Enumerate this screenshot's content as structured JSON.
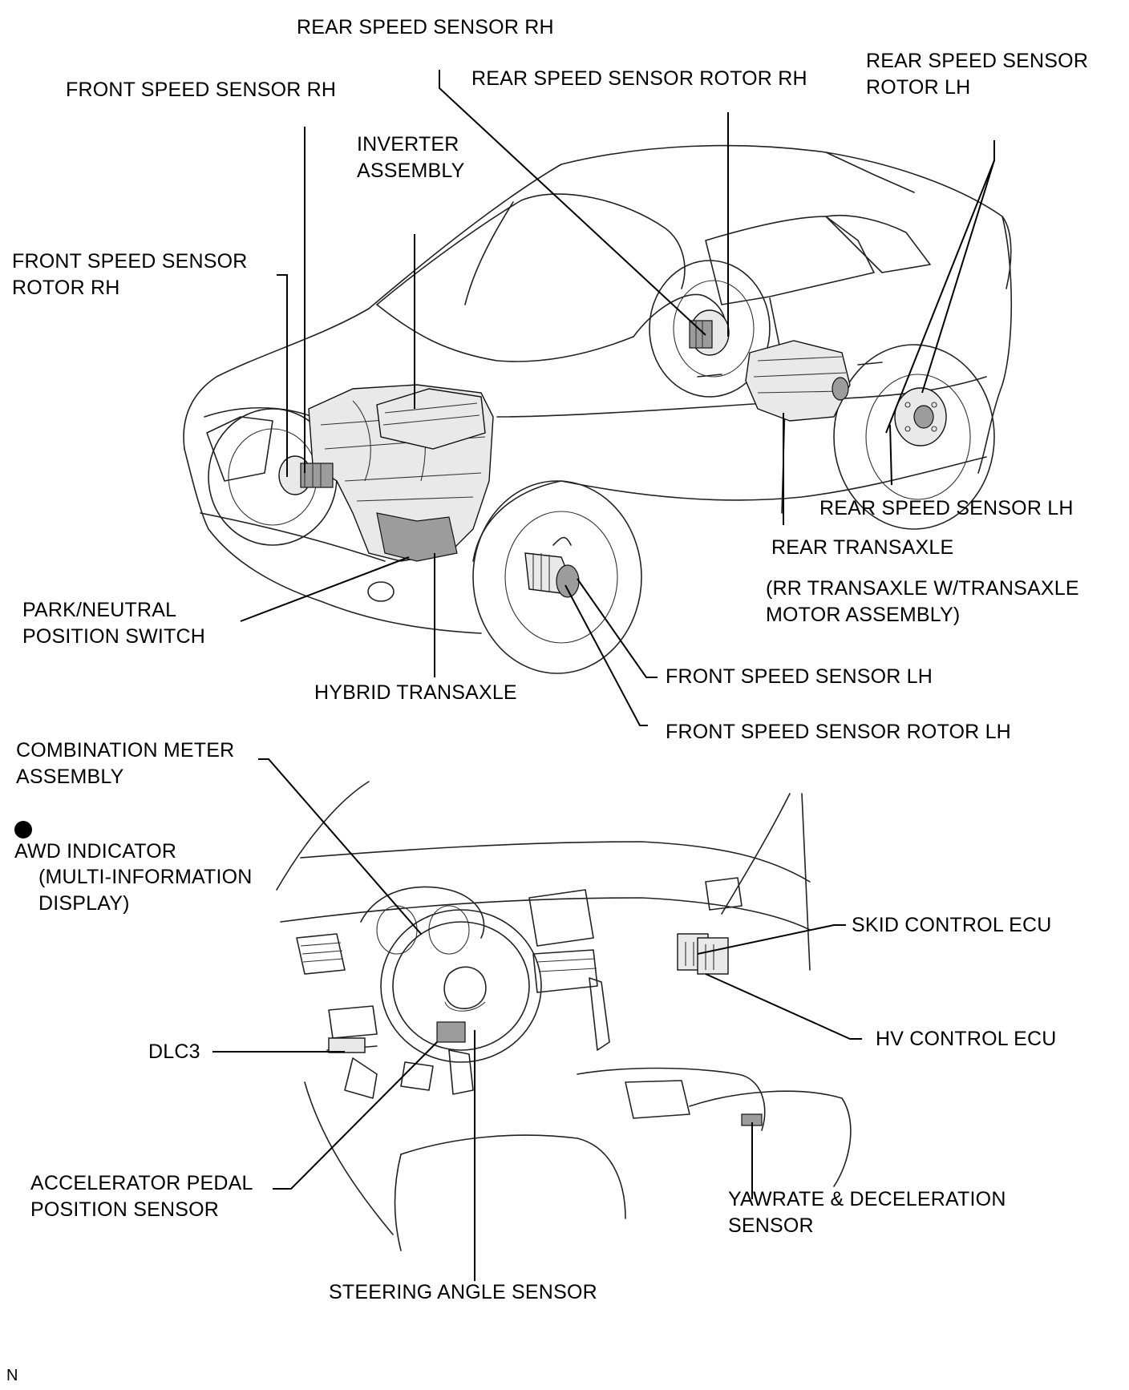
{
  "figure_id": "N",
  "bullet_symbol": "filled-circle",
  "labels": {
    "rear_speed_sensor_rh": [
      "REAR SPEED SENSOR RH"
    ],
    "rear_speed_sensor_rotor_rh": [
      "REAR SPEED SENSOR ROTOR RH"
    ],
    "rear_speed_sensor_rotor_lh": [
      "REAR SPEED SENSOR",
      "ROTOR LH"
    ],
    "front_speed_sensor_rh": [
      "FRONT SPEED SENSOR RH"
    ],
    "inverter_assembly": [
      "INVERTER",
      "ASSEMBLY"
    ],
    "front_speed_sensor_rotor_rh": [
      "FRONT SPEED SENSOR",
      "ROTOR RH"
    ],
    "rear_speed_sensor_lh": [
      "REAR SPEED SENSOR LH"
    ],
    "rear_transaxle": [
      "REAR TRANSAXLE"
    ],
    "rr_transaxle_note": [
      "(RR TRANSAXLE W/TRANSAXLE",
      "MOTOR ASSEMBLY)"
    ],
    "park_neutral_switch": [
      "PARK/NEUTRAL",
      "POSITION SWITCH"
    ],
    "hybrid_transaxle": [
      "HYBRID TRANSAXLE"
    ],
    "front_speed_sensor_lh": [
      "FRONT SPEED SENSOR LH"
    ],
    "front_speed_sensor_rotor_lh": [
      "FRONT SPEED SENSOR ROTOR LH"
    ],
    "combination_meter": [
      "COMBINATION METER",
      "ASSEMBLY"
    ],
    "awd_indicator": [
      "AWD INDICATOR"
    ],
    "multi_info_display": [
      "(MULTI-INFORMATION",
      "DISPLAY)"
    ],
    "skid_control_ecu": [
      "SKID CONTROL ECU"
    ],
    "hv_control_ecu": [
      "HV CONTROL ECU"
    ],
    "dlc3": [
      "DLC3"
    ],
    "accelerator_pedal_sensor": [
      "ACCELERATOR PEDAL",
      "POSITION SENSOR"
    ],
    "yawrate_sensor": [
      "YAWRATE & DECELERATION",
      "SENSOR"
    ],
    "steering_angle_sensor": [
      "STEERING ANGLE SENSOR"
    ]
  }
}
